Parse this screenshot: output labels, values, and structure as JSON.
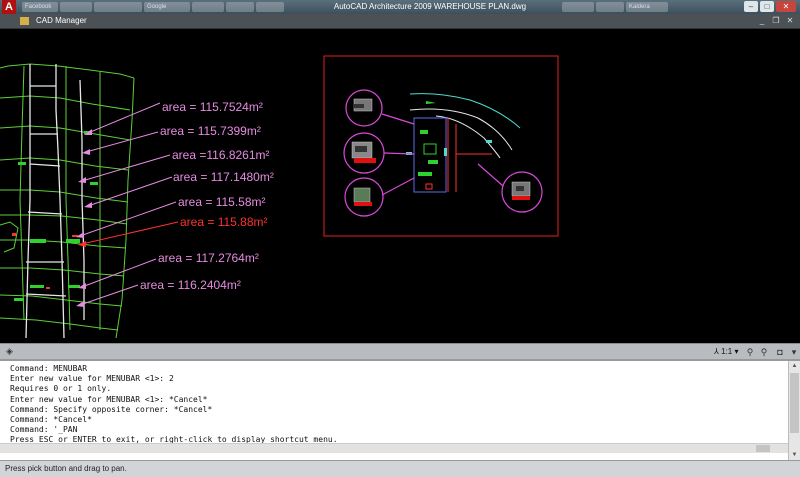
{
  "window": {
    "title": "AutoCAD Architecture 2009 WAREHOUSE PLAN.dwg",
    "logo": "A",
    "taskbar_tabs": [
      "Facebook",
      "",
      "",
      "Google",
      "",
      "",
      "",
      "",
      "",
      "Kaldera"
    ],
    "controls": {
      "minimize": "–",
      "maximize": "□",
      "close": "✕"
    }
  },
  "manager_bar": {
    "title": "CAD Manager",
    "controls": {
      "minimize": "_",
      "restore": "❐",
      "close": "✕"
    }
  },
  "drawing": {
    "area_labels": [
      {
        "text": "area = 115.7524m²",
        "color": "#e58ce0"
      },
      {
        "text": "area = 115.7399m²",
        "color": "#e58ce0"
      },
      {
        "text": "area =116.8261m²",
        "color": "#e58ce0"
      },
      {
        "text": "area = 117.1480m²",
        "color": "#e58ce0"
      },
      {
        "text": "area = 115.58m²",
        "color": "#e58ce0"
      },
      {
        "text": "area = 115.88m²",
        "color": "#ff3030"
      },
      {
        "text": "area = 117.2764m²",
        "color": "#e58ce0"
      },
      {
        "text": "area = 116.2404m²",
        "color": "#e58ce0"
      }
    ]
  },
  "status_strip": {
    "annotation_scale": "1:1"
  },
  "command_history": [
    "Command: MENUBAR",
    "Enter new value for MENUBAR <1>: 2",
    "Requires 0 or 1 only.",
    "Enter new value for MENUBAR <1>: *Cancel*",
    "Command: Specify opposite corner: *Cancel*",
    "Command: *Cancel*",
    "Command: '_PAN",
    "Press ESC or ENTER to exit, or right-click to display shortcut menu."
  ],
  "status_bar": {
    "text": "Press pick button and drag to pan."
  }
}
